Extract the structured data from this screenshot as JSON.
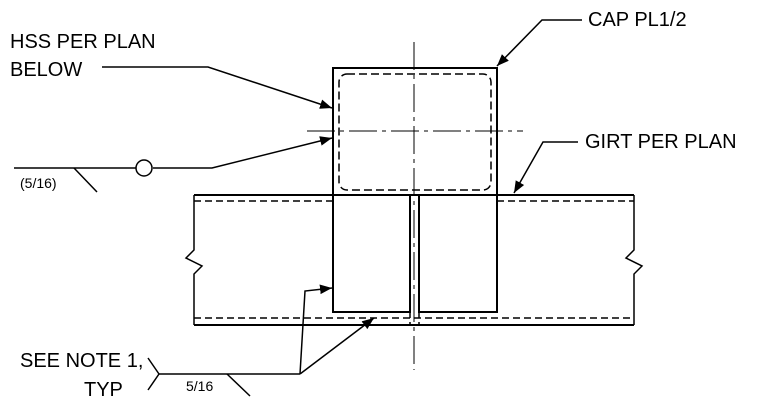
{
  "labels": {
    "hss_line1": "HSS PER PLAN",
    "hss_line2": "BELOW",
    "cap": "CAP PL1/2",
    "girt": "GIRT PER PLAN",
    "weld_top": "(5/16)",
    "note_line1": "SEE NOTE 1,",
    "note_line2": "TYP",
    "weld_bottom": "5/16"
  }
}
